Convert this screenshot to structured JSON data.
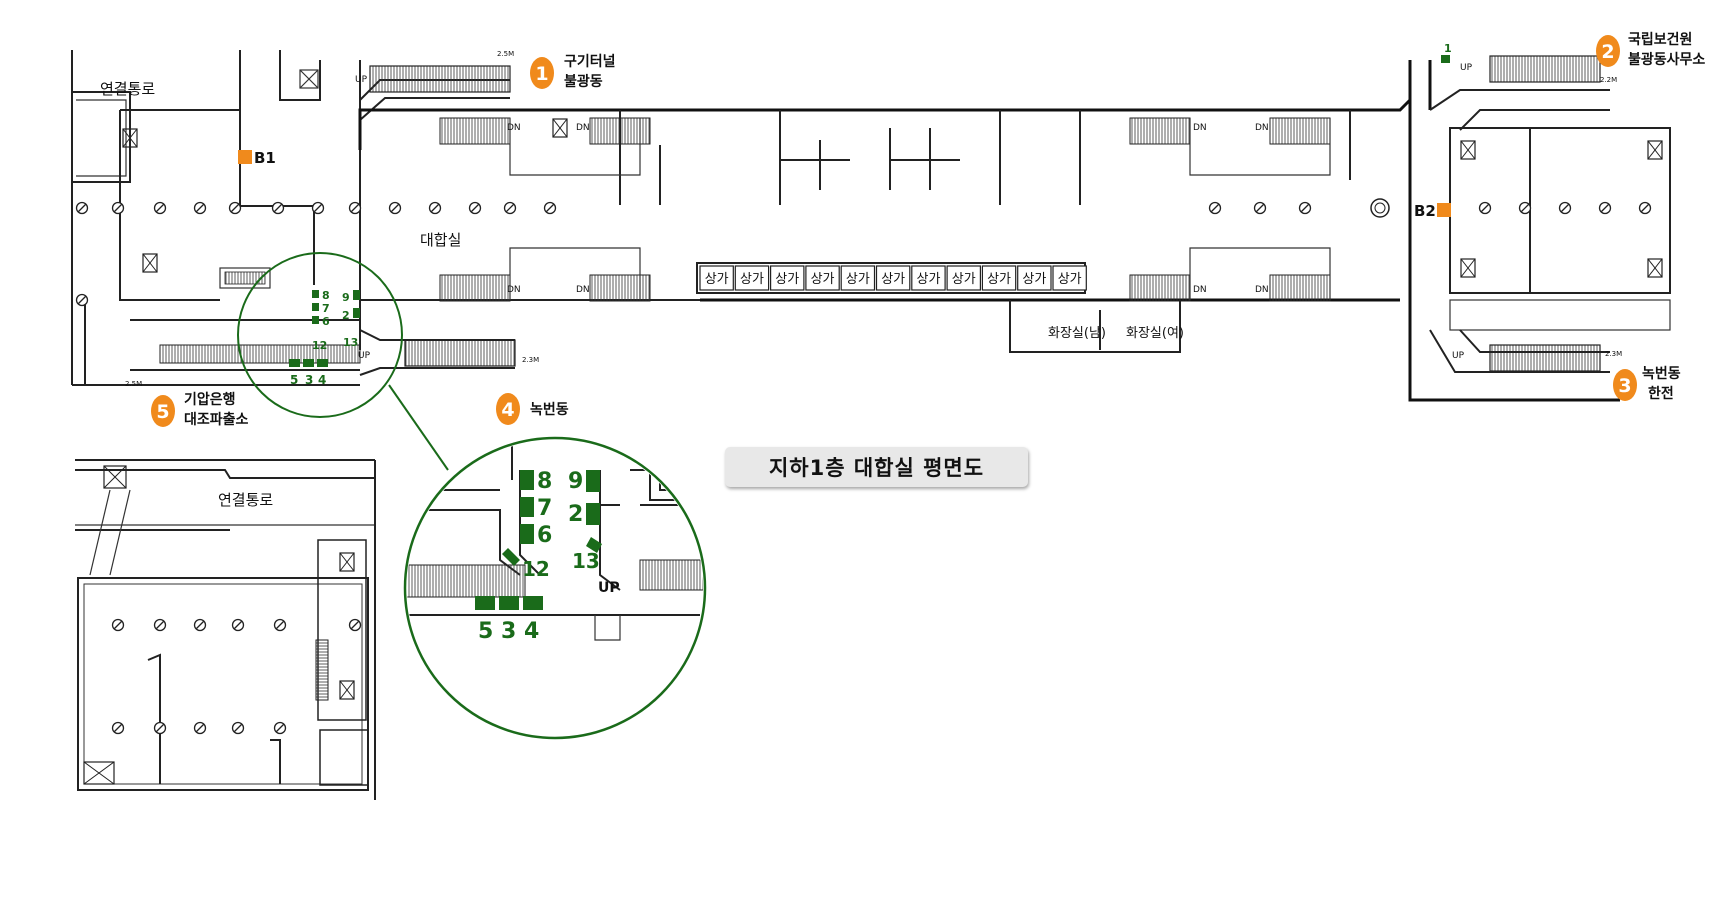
{
  "title": "지하1층 대합실 평면도",
  "colors": {
    "exit": "#f08a1c",
    "marker": "#1a6b1a",
    "wall": "#222222",
    "title_bg": "#e8e8e8"
  },
  "exits": [
    {
      "number": "1",
      "lines": [
        "구기터널",
        "불광동"
      ]
    },
    {
      "number": "2",
      "lines": [
        "국립보건원",
        "불광동사무소"
      ]
    },
    {
      "number": "3",
      "lines": [
        "녹번동",
        "한전"
      ]
    },
    {
      "number": "4",
      "lines": [
        "녹번동"
      ]
    },
    {
      "number": "5",
      "lines": [
        "기압은행",
        "대조파출소"
      ]
    }
  ],
  "elevators": [
    {
      "label": "B1"
    },
    {
      "label": "B2"
    }
  ],
  "labels": {
    "connector": "연결통로",
    "concourse": "대합실",
    "restroom_male": "화장실(남)",
    "restroom_female": "화장실(여)",
    "shop": "상가",
    "up": "UP",
    "dn": "DN",
    "width_25": "2.5M",
    "width_22": "2.2M",
    "width_23": "2.3M",
    "width_23b": "2.3M"
  },
  "shops": [
    "상가",
    "상가",
    "상가",
    "상가",
    "상가",
    "상가",
    "상가",
    "상가",
    "상가",
    "상가",
    "상가"
  ],
  "markers_main": {
    "m1": "1",
    "m5": "5",
    "m3": "3",
    "m4": "4",
    "m8": "8",
    "m7": "7",
    "m6": "6",
    "m12": "12",
    "m9": "9",
    "m2": "2",
    "m13": "13"
  },
  "markers_zoom": {
    "m8": "8",
    "m7": "7",
    "m6": "6",
    "m12": "12",
    "m9": "9",
    "m2": "2",
    "m13": "13",
    "m5": "5",
    "m3": "3",
    "m4": "4",
    "up": "UP"
  }
}
